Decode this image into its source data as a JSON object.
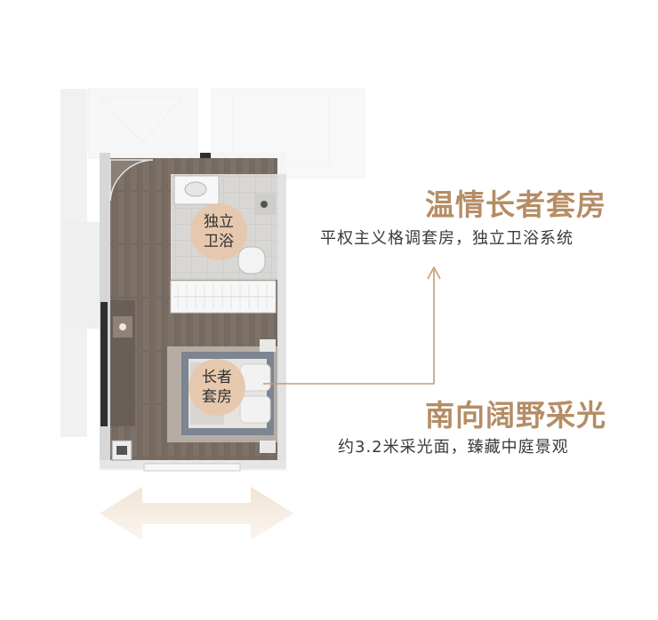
{
  "features": [
    {
      "title": "温情长者套房",
      "desc": "平权主义格调套房，独立卫浴系统"
    },
    {
      "title": "南向阔野采光",
      "desc": "约3.2米采光面，臻藏中庭景观"
    }
  ],
  "room_labels": {
    "bathroom": [
      "独立",
      "卫浴"
    ],
    "suite": [
      "长者",
      "套房"
    ]
  },
  "colors": {
    "accent": "#b58d65",
    "badge": "#e7c8ad",
    "floor": "#7b6f66",
    "text": "#3a3a3a"
  }
}
